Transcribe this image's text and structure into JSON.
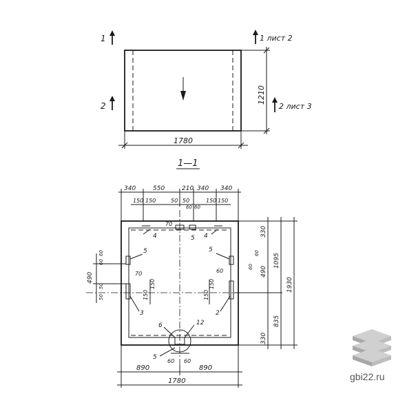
{
  "plan": {
    "width": "1780",
    "height": "1210",
    "cut1_left": "1",
    "cut2_left": "2",
    "cut1_right": "1 лист 2",
    "cut2_right": "2 лист 3"
  },
  "section": {
    "title": "1—1",
    "top_dims": [
      "340",
      "550",
      "210",
      "340",
      "340"
    ],
    "top_small": [
      "150",
      "150",
      "50",
      "50",
      "60",
      "60",
      "150",
      "150"
    ],
    "num_70": "70",
    "mark_4": "4",
    "mark_5": "5",
    "mark_2": "2",
    "mark_3": "3",
    "mark_6": "6",
    "mark_12": "12",
    "right_dims": [
      "330",
      "490",
      "835",
      "330"
    ],
    "outer_right": [
      "1095",
      "1930"
    ],
    "left_dims": [
      "490",
      "60",
      "60",
      "50",
      "50"
    ],
    "inner_150": "150",
    "bottom_small": [
      "60",
      "60"
    ],
    "bottom_halves": [
      "890",
      "890"
    ],
    "bottom_total": "1780"
  },
  "watermark": {
    "text": "gbi22.ru"
  }
}
